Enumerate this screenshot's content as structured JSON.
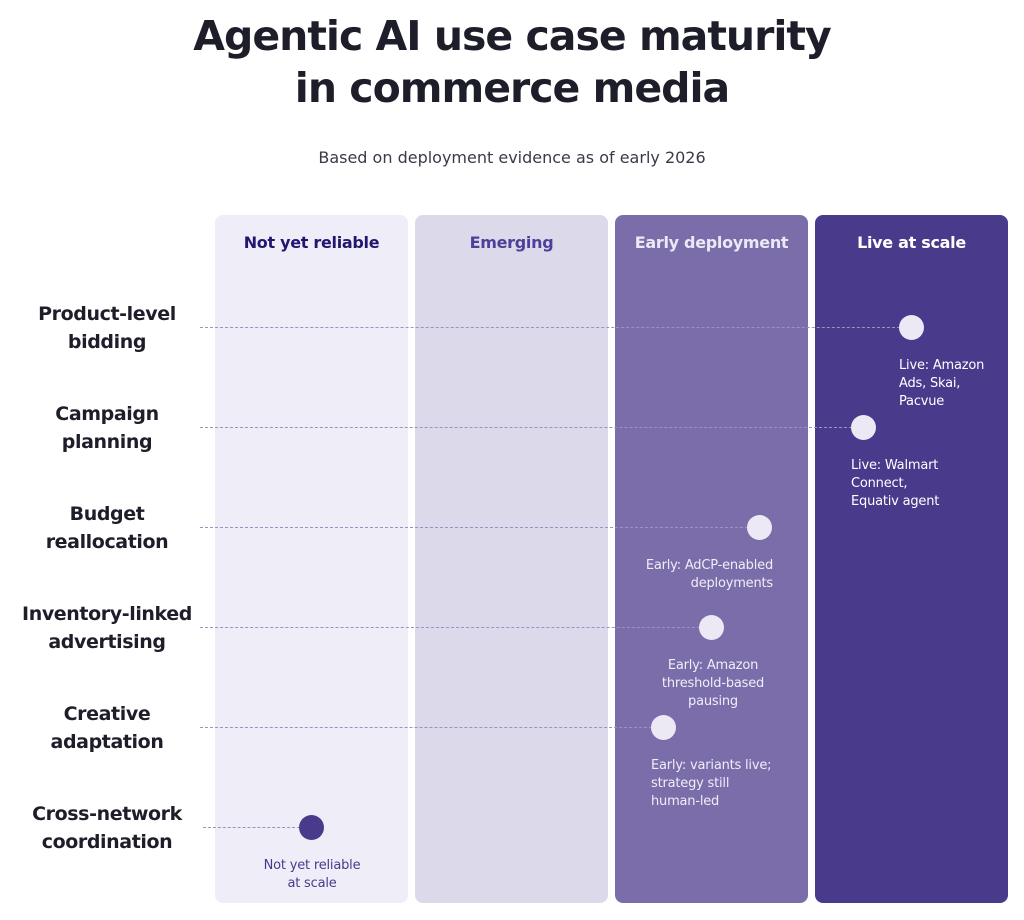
{
  "header": {
    "title_line1": "Agentic AI use case maturity",
    "title_line2": "in commerce media",
    "subtitle": "Based on deployment evidence as of early 2026"
  },
  "columns": [
    {
      "label": "Not yet reliable",
      "fill": "#efedf7",
      "text_color": "#211670"
    },
    {
      "label": "Emerging",
      "fill": "#dcd9ea",
      "text_color": "#4f3f9a"
    },
    {
      "label": "Early deployment",
      "fill": "#7a6daa",
      "text_color": "#ece9f6"
    },
    {
      "label": "Live at scale",
      "fill": "#4a3a8b",
      "text_color": "#ffffff"
    }
  ],
  "use_cases": [
    {
      "label_lines": [
        "Product-level",
        "bidding"
      ],
      "stage": "Live at scale",
      "note_lines": [
        "Live: Amazon",
        "Ads, Skai,",
        "Pacvue"
      ]
    },
    {
      "label_lines": [
        "Campaign",
        "planning"
      ],
      "stage": "Live at scale",
      "note_lines": [
        "Live: Walmart",
        "Connect,",
        "Equativ agent"
      ]
    },
    {
      "label_lines": [
        "Budget",
        "reallocation"
      ],
      "stage": "Early deployment",
      "note_lines": [
        "Early: AdCP-enabled",
        "deployments"
      ]
    },
    {
      "label_lines": [
        "Inventory-linked",
        "advertising"
      ],
      "stage": "Early deployment",
      "note_lines": [
        "Early: Amazon",
        "threshold-based",
        "pausing"
      ]
    },
    {
      "label_lines": [
        "Creative",
        "adaptation"
      ],
      "stage": "Early deployment",
      "note_lines": [
        "Early: variants live;",
        "strategy still",
        "human-led"
      ]
    },
    {
      "label_lines": [
        "Cross-network",
        "coordination"
      ],
      "stage": "Not yet reliable",
      "note_lines": [
        "Not yet reliable",
        "at scale"
      ]
    }
  ],
  "colors": {
    "marker_light": "#ece9f4",
    "marker_dark": "#4a3a8b",
    "note_on_dark": "#ffffff",
    "note_on_mid": "#f0eef8",
    "note_on_light": "#4a3a8b",
    "connector": "#9a93bf"
  }
}
